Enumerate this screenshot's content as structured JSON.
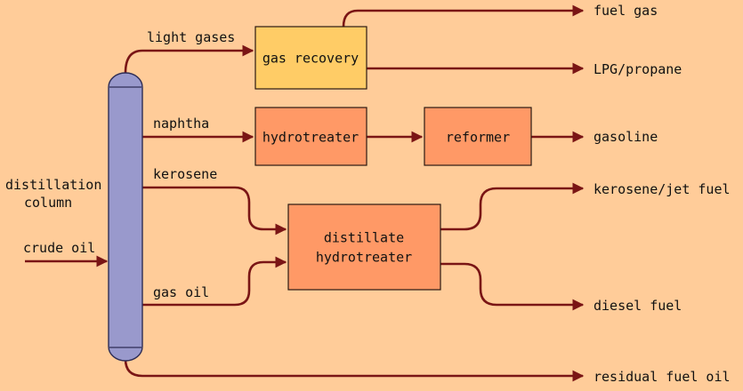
{
  "colors": {
    "background": "#FFCC99",
    "flow_line": "#7A1515",
    "process_box": "#FF9966",
    "recovery_box": "#FFCC66",
    "column": "#9999CC"
  },
  "diagram": {
    "column_label_line1": "distillation",
    "column_label_line2": "column",
    "feed_label": "crude oil",
    "streams": {
      "light_gases": "light gases",
      "naphtha": "naphtha",
      "kerosene": "kerosene",
      "gas_oil": "gas oil"
    },
    "units": {
      "gas_recovery": "gas recovery",
      "hydrotreater": "hydrotreater",
      "reformer": "reformer",
      "distillate_line1": "distillate",
      "distillate_line2": "hydrotreater"
    },
    "products": {
      "fuel_gas": "fuel gas",
      "lpg": "LPG/propane",
      "gasoline": "gasoline",
      "kerosene_jet": "kerosene/jet fuel",
      "diesel": "diesel fuel",
      "residual": "residual fuel oil"
    }
  }
}
